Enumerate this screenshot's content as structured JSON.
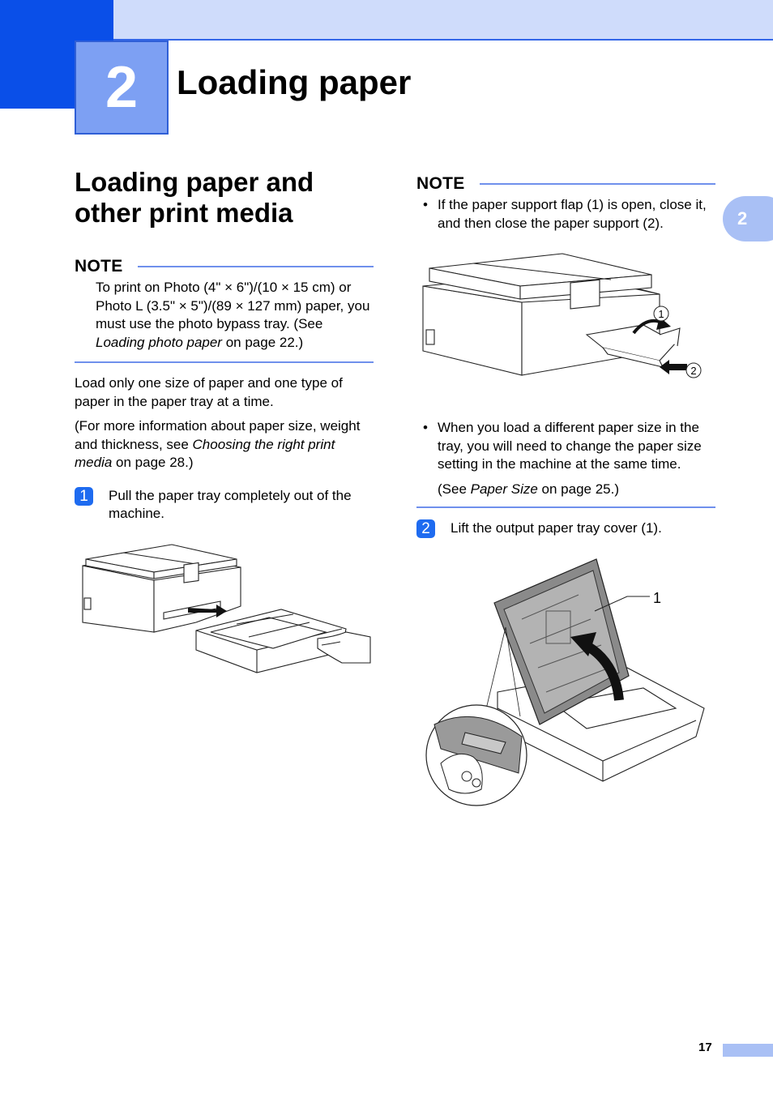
{
  "chapter": {
    "number": "2",
    "title": "Loading paper"
  },
  "side_tab": "2",
  "left": {
    "section_title_line1": "Loading paper and",
    "section_title_line2": "other print media",
    "note": {
      "label": "NOTE",
      "text_before": "To print on Photo (4\" × 6\")/(10 × 15 cm) or Photo L (3.5\" × 5\")/(89 × 127 mm) paper, you must use the photo bypass tray. (See ",
      "link": "Loading photo paper",
      "text_after": " on page 22.)"
    },
    "para1": "Load only one size of paper and one type of paper in the paper tray at a time.",
    "para2_before": "(For more information about paper size, weight and thickness, see ",
    "para2_link": "Choosing the right print media",
    "para2_after": " on page 28.)",
    "step1": {
      "num": "1",
      "text": "Pull the paper tray completely out of the machine."
    }
  },
  "right": {
    "note": {
      "label": "NOTE",
      "bullet1": "If the paper support flap (1) is open, close it, and then close the paper support (2).",
      "callout1": "1",
      "callout2": "2",
      "bullet2": "When you load a different paper size in the tray, you will need to change the paper size setting in the machine at the same time.",
      "see_before": "(See ",
      "see_link": "Paper Size",
      "see_after": " on page 25.)"
    },
    "step2": {
      "num": "2",
      "text": "Lift the output paper tray cover (1).",
      "callout": "1"
    }
  },
  "footer": {
    "page_number": "17"
  },
  "colors": {
    "accent": "#1e6bf0",
    "band": "#cfdcfb",
    "note_rule": "#6f90ec"
  }
}
